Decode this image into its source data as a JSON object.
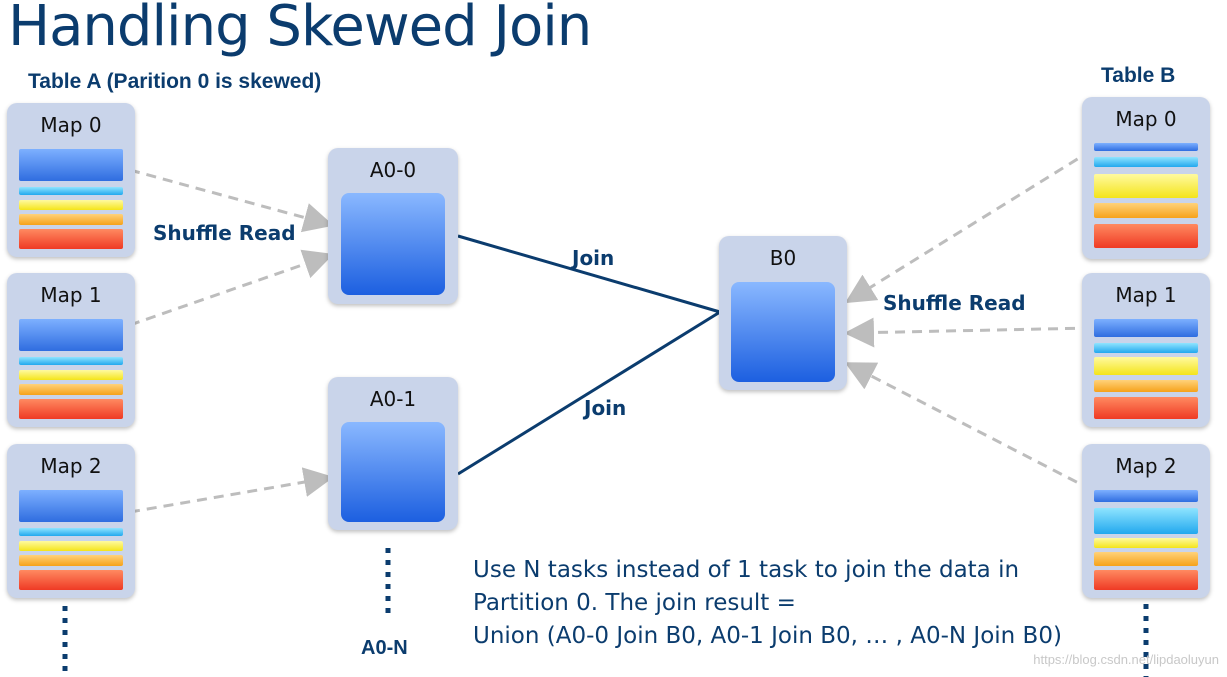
{
  "title": "Handling Skewed Join",
  "table_a": {
    "heading": "Table A (Parition 0 is skewed)",
    "maps": [
      {
        "label": "Map 0",
        "stripes": [
          "blue",
          "cyan",
          "yellow",
          "orange",
          "red"
        ]
      },
      {
        "label": "Map 1",
        "stripes": [
          "blue",
          "cyan",
          "yellow",
          "orange",
          "red"
        ]
      },
      {
        "label": "Map 2",
        "stripes": [
          "blue",
          "cyan",
          "yellow",
          "orange",
          "red"
        ]
      }
    ]
  },
  "table_b": {
    "heading": "Table B",
    "maps": [
      {
        "label": "Map 0",
        "stripes": [
          "blue",
          "cyan",
          "yellow",
          "orange",
          "red"
        ]
      },
      {
        "label": "Map 1",
        "stripes": [
          "blue",
          "cyan",
          "yellow",
          "orange",
          "red"
        ]
      },
      {
        "label": "Map 2",
        "stripes": [
          "blue",
          "cyan",
          "yellow",
          "orange",
          "red"
        ]
      }
    ]
  },
  "tasks": {
    "a0_0": "A0-0",
    "a0_1": "A0-1",
    "a0_n": "A0-N",
    "b0": "B0"
  },
  "edge_labels": {
    "shuffle_read_left": "Shuffle Read",
    "shuffle_read_right": "Shuffle Read",
    "join_top": "Join",
    "join_bottom": "Join"
  },
  "note": {
    "line1": "Use N tasks instead of 1 task to join the data in",
    "line2": "Partition 0. The join result =",
    "line3": "Union (A0-0 Join B0, A0-1 Join B0, … , A0-N Join B0)"
  },
  "watermark": "https://blog.csdn.net/lipdaoluyun",
  "colors": {
    "title": "#0b3c6e",
    "card": "#c9d4ea",
    "join_line": "#0b3c6e",
    "shuffle_line": "#bdbdbd"
  }
}
